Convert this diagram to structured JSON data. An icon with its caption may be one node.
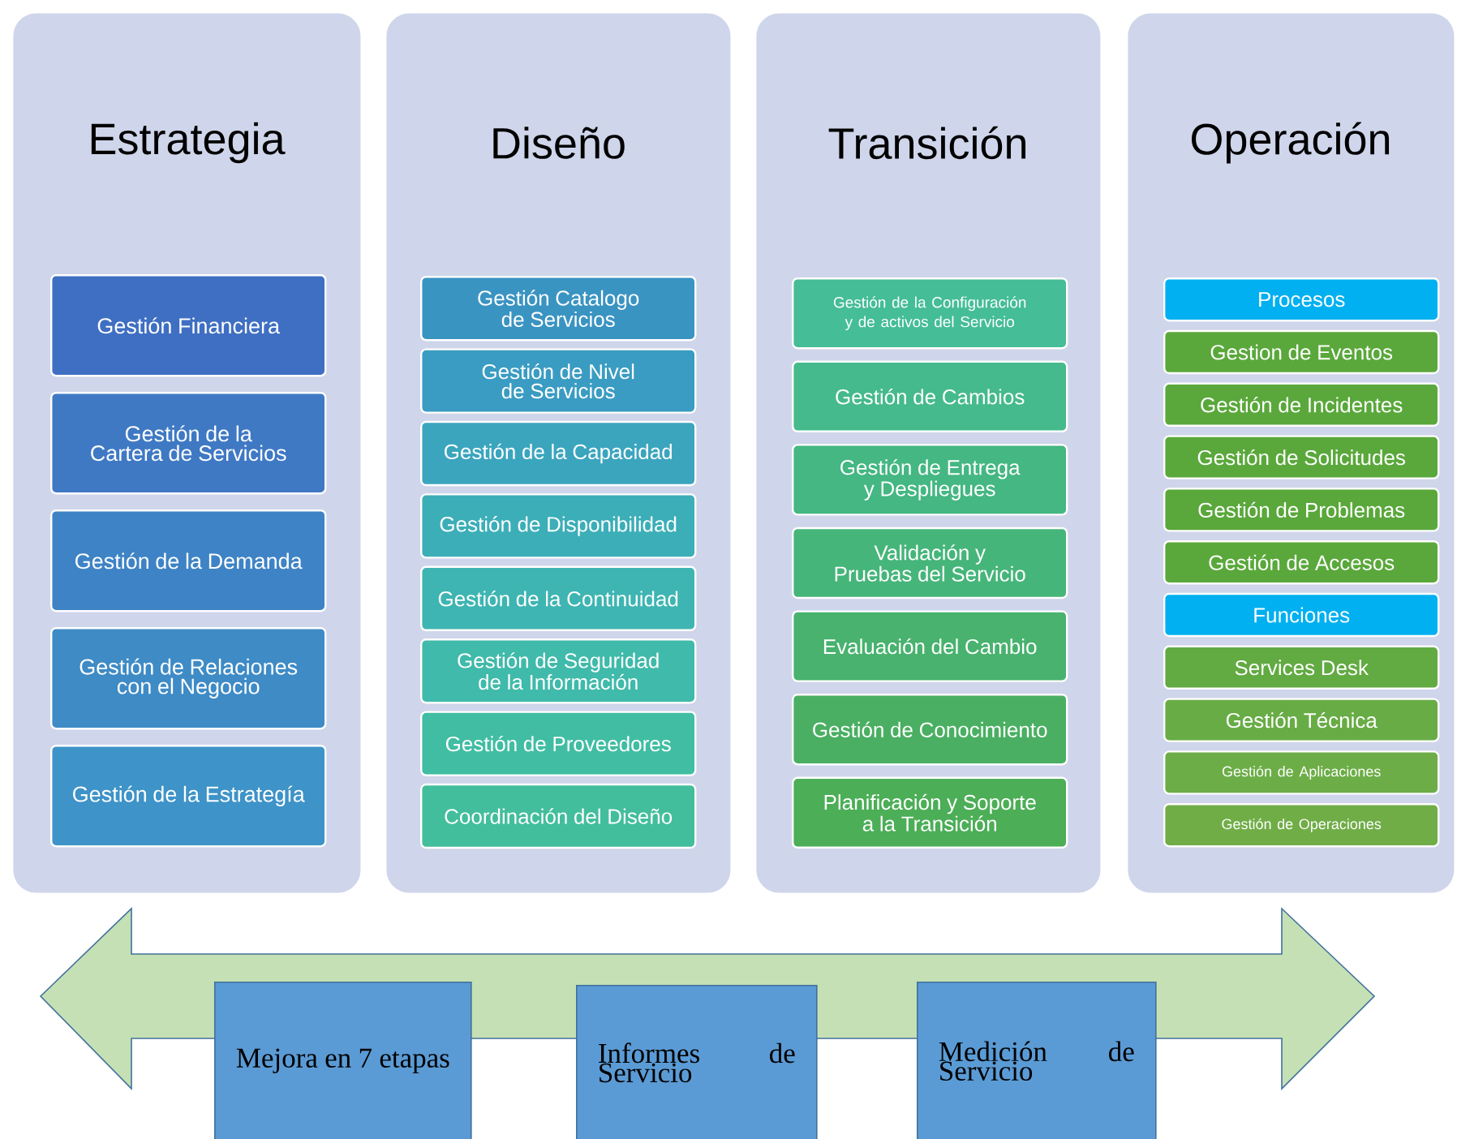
{
  "diagram": {
    "nodes": [
      {
        "text": [
          "Estrategia"
        ]
      },
      {
        "text": [
          "Gestión Financiera"
        ],
        "in": 0
      },
      {
        "text": [
          "Gestión de la Cartera de Servicios"
        ],
        "in": 0
      },
      {
        "text": [
          "Gestión de la Demanda"
        ],
        "in": 0
      },
      {
        "text": [
          "Gestión de Relaciones con el Negocio"
        ],
        "in": 0
      },
      {
        "text": [
          "Gestión de la Estrategía"
        ],
        "in": 0
      },
      {
        "text": [
          "Diseño"
        ]
      },
      {
        "text": [
          "Gestión Catalogo de Servicios"
        ],
        "in": 6
      },
      {
        "text": [
          "Gestión de Nivel de Servicios"
        ],
        "in": 6
      },
      {
        "text": [
          "Gestión de la Capacidad"
        ],
        "in": 6
      },
      {
        "text": [
          "Gestión de Disponibilidad"
        ],
        "in": 6
      },
      {
        "text": [
          "Gestión de la Continuidad"
        ],
        "in": 6
      },
      {
        "text": [
          "Gestión de Seguridad de la Información"
        ],
        "in": 6
      },
      {
        "text": [
          "Gestión de Proveedores"
        ],
        "in": 6
      },
      {
        "text": [
          "Coordinación del Diseño"
        ],
        "in": 6
      },
      {
        "text": [
          "Transición"
        ]
      },
      {
        "text": [
          "Gestión de la Configuración y de activos del Servicio"
        ],
        "in": 15
      },
      {
        "text": [
          "Gestión de Cambios"
        ],
        "in": 15
      },
      {
        "text": [
          "Gestión de Entrega y Despliegues"
        ],
        "in": 15
      },
      {
        "text": [
          "Validación y Pruebas del Servicio"
        ],
        "in": 15
      },
      {
        "text": [
          "Evaluación del Cambio"
        ],
        "in": 15
      },
      {
        "text": [
          "Gestión de Conocimiento"
        ],
        "in": 15
      },
      {
        "text": [
          "Planificación y Soporte a la Transición"
        ],
        "in": 15
      },
      {
        "text": [
          "Operación"
        ]
      },
      {
        "text": [
          "Procesos"
        ],
        "in": 23
      },
      {
        "text": [
          "Gestion de Eventos"
        ],
        "in": 23
      },
      {
        "text": [
          "Gestión de Incidentes"
        ],
        "in": 23
      },
      {
        "text": [
          "Gestión de Solicitudes"
        ],
        "in": 23
      },
      {
        "text": [
          "Gestión de Problemas"
        ],
        "in": 23
      },
      {
        "text": [
          "Gestión de Accesos"
        ],
        "in": 23
      },
      {
        "text": [
          "Funciones"
        ],
        "in": 23
      },
      {
        "text": [
          "Services Desk"
        ],
        "in": 23
      },
      {
        "text": [
          "Gestión Técnica"
        ],
        "in": 23
      },
      {
        "text": [
          "Gestión de Aplicaciones"
        ],
        "in": 23
      },
      {
        "text": [
          "Gestión de Operaciones"
        ],
        "in": 23
      },
      {
        "text": [
          "Mejora en 7 etapas"
        ]
      },
      {
        "text": [
          "Informes de Servicio"
        ]
      },
      {
        "text": [
          "Medición de Servicio"
        ]
      }
    ]
  }
}
